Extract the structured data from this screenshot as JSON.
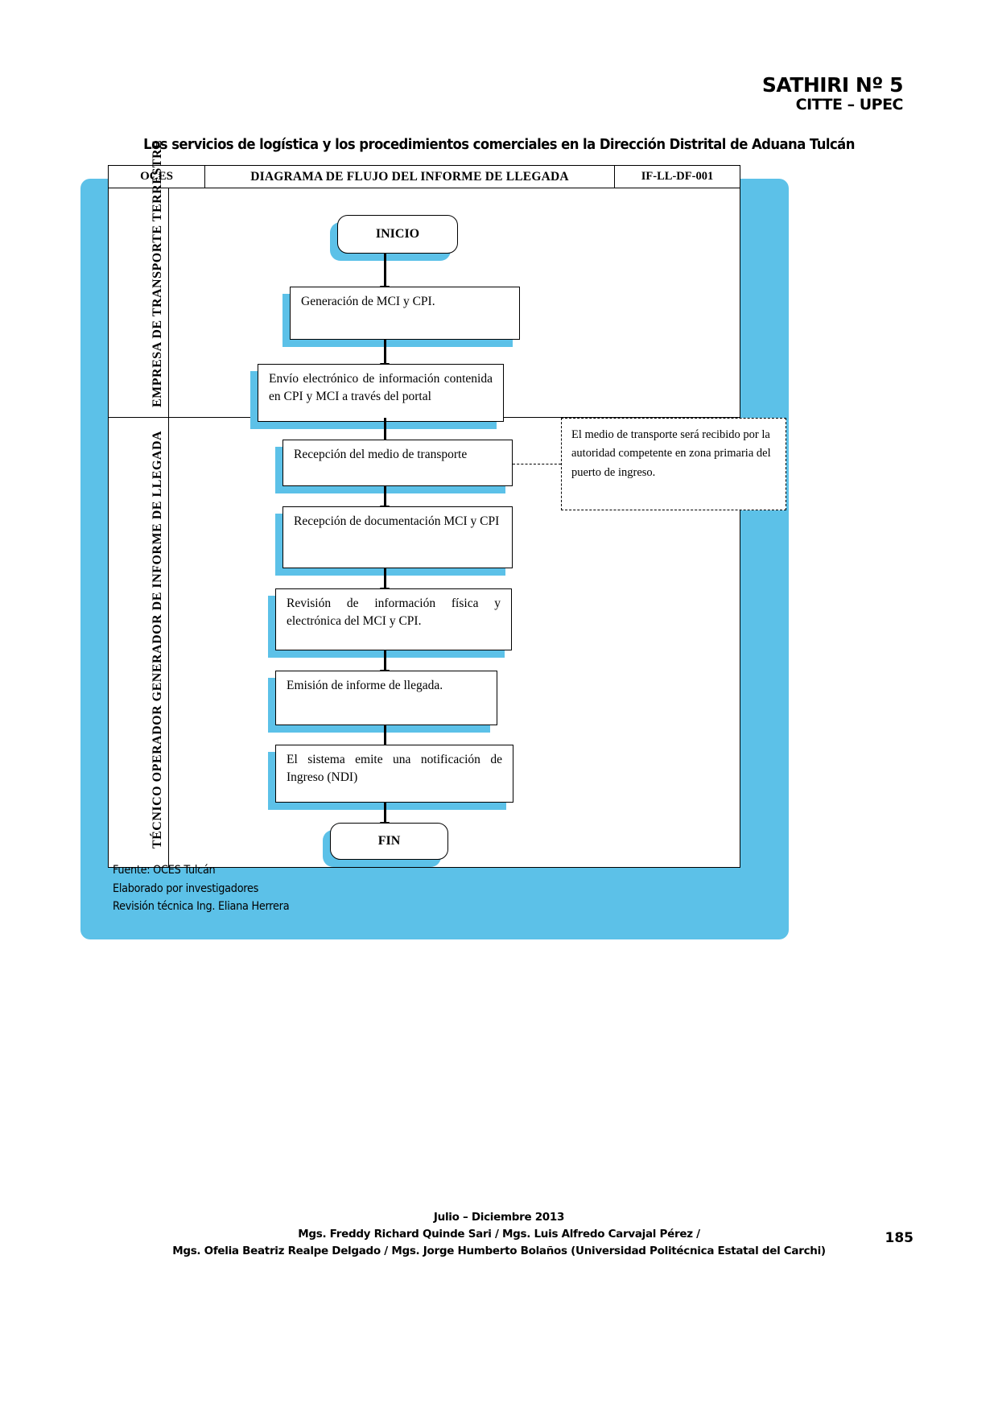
{
  "header": {
    "journal": "SATHIRI Nº 5",
    "institution": "CITTE – UPEC"
  },
  "article_title": "Los servicios de logística y los procedimientos comerciales en la Dirección Distrital de Aduana Tulcán",
  "figure": {
    "doc_header": {
      "org": "OCES",
      "title": "DIAGRAMA  DE FLUJO DEL INFORME  DE LLEGADA",
      "code": "IF-LL-DF-001"
    },
    "lanes": [
      {
        "label": "EMPRESA DE TRANSPORTE TERRESTRE"
      },
      {
        "label": "TÉCNICO OPERADOR GENERADOR DE INFORME DE LLEGADA"
      }
    ],
    "nodes": [
      {
        "id": "start",
        "type": "terminator",
        "text": "INICIO"
      },
      {
        "id": "n1",
        "type": "process",
        "text": "Generación  de MCI y CPI."
      },
      {
        "id": "n2",
        "type": "process",
        "text": "Envío electrónico de información contenida en CPI y MCI a través del portal"
      },
      {
        "id": "n3",
        "type": "process",
        "text": "Recepción del medio de transporte"
      },
      {
        "id": "n4",
        "type": "process",
        "text": "Recepción de documentación MCI y CPI"
      },
      {
        "id": "n5",
        "type": "process",
        "text": "Revisión de información física y electrónica  del MCI y CPI."
      },
      {
        "id": "n6",
        "type": "process",
        "text": "Emisión de informe de llegada."
      },
      {
        "id": "n7",
        "type": "process",
        "text": "El sistema emite una notificación de Ingreso (NDI)"
      },
      {
        "id": "end",
        "type": "terminator",
        "text": "FIN"
      }
    ],
    "note": {
      "text": "El medio de transporte será recibido por la autoridad competente en zona primaria del puerto de ingreso."
    },
    "accent_color": "#5CC1E8"
  },
  "source_notes": [
    "Fuente:  OCES Tulcán",
    "Elaborado  por investigadores",
    "Revisión  técnica  Ing. Eliana  Herrera"
  ],
  "footer": {
    "issue": "Julio – Diciembre  2013",
    "authors_line1": "Mgs. Freddy  Richard  Quinde  Sari / Mgs. Luis Alfredo  Carvajal  Pérez /",
    "authors_line2": "Mgs. Ofelia  Beatriz  Realpe  Delgado  / Mgs. Jorge  Humberto  Bolaños  (Universidad  Politécnica  Estatal  del Carchi)",
    "page_number": "185"
  }
}
